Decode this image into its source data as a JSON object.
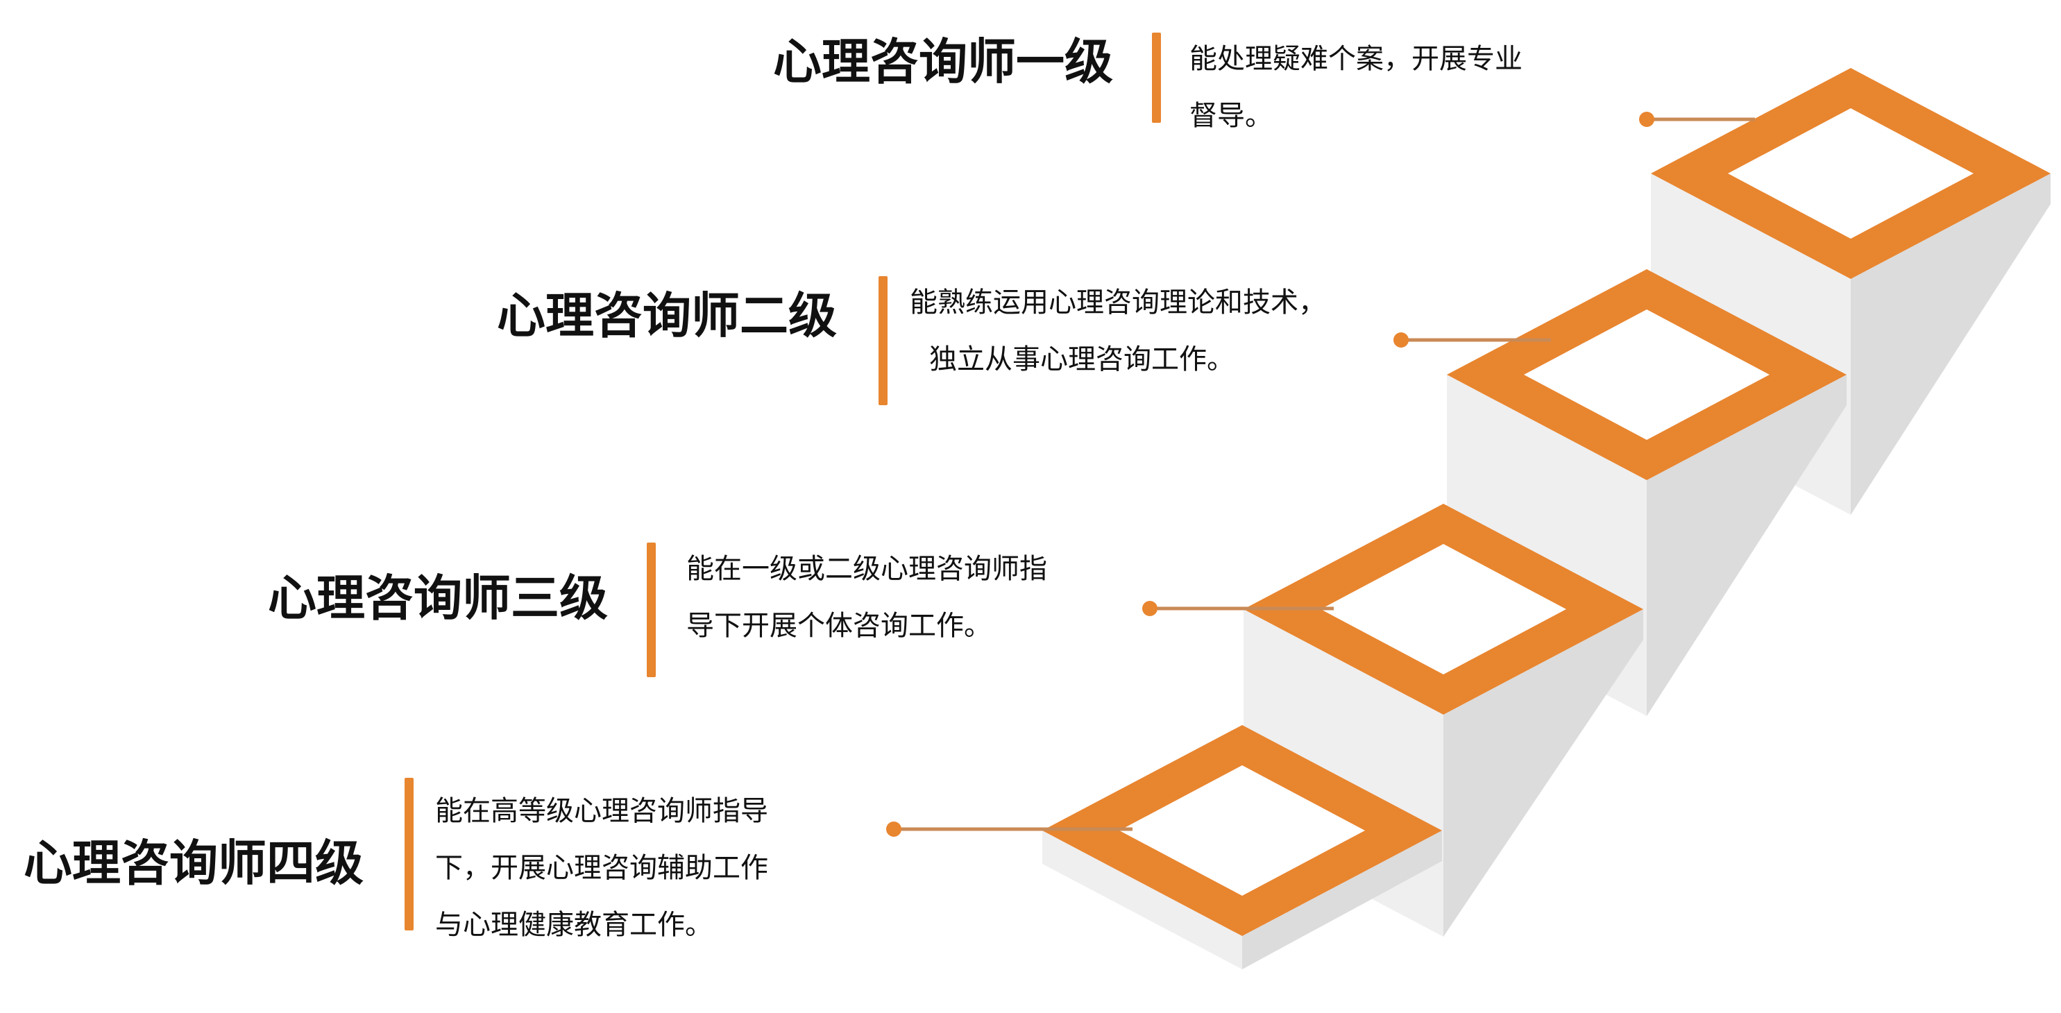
{
  "colors": {
    "accent": "#e8852f",
    "face_light": "#efefef",
    "face_dark": "#dcdcdc",
    "connector": "#c98a55"
  },
  "levels": [
    {
      "title": "心理咨询师一级",
      "desc": [
        "能处理疑难个案，开展专业",
        "督导。"
      ]
    },
    {
      "title": "心理咨询师二级",
      "desc": [
        "能熟练运用心理咨询理论和技术，",
        "独立从事心理咨询工作。"
      ]
    },
    {
      "title": "心理咨询师三级",
      "desc": [
        "能在一级或二级心理咨询师指",
        "导下开展个体咨询工作。"
      ]
    },
    {
      "title": "心理咨询师四级",
      "desc": [
        "能在高等级心理咨询师指导",
        "下，开展心理咨询辅助工作",
        "与心理健康教育工作。"
      ]
    }
  ]
}
